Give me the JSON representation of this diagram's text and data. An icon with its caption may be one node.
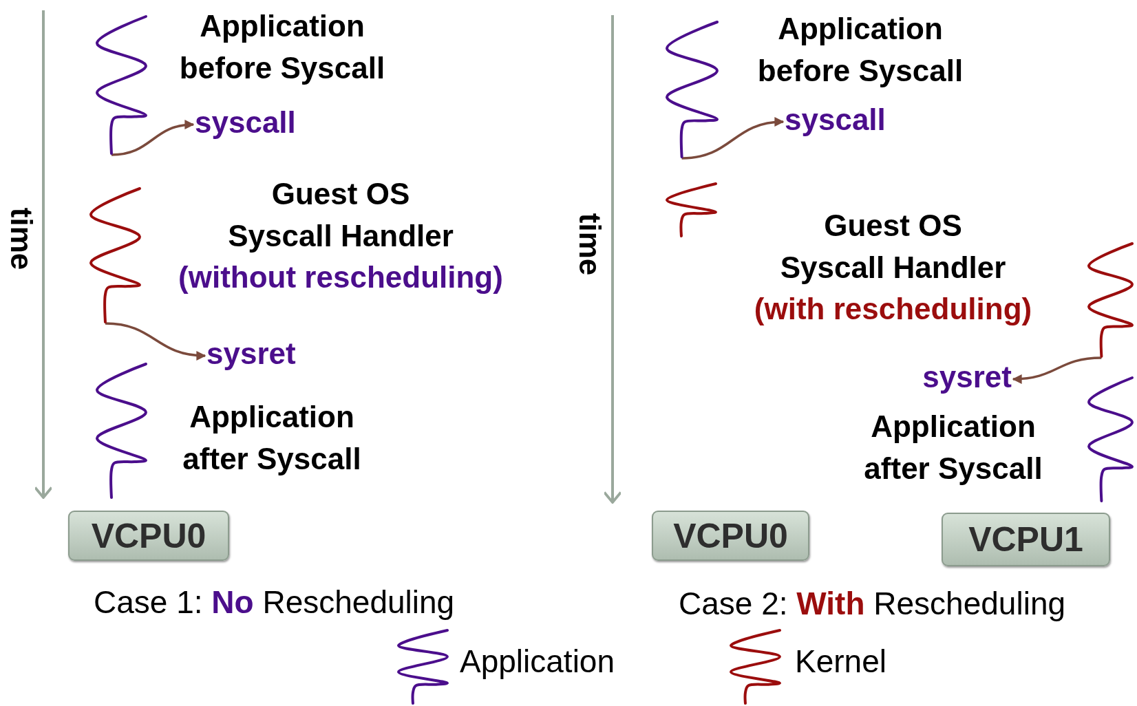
{
  "diagram": {
    "nodes": [
      {
        "text": [],
        "shape": "picture"
      },
      {
        "text": [
          "Application before Syscall"
        ]
      },
      {
        "text": [
          "syscall"
        ]
      },
      {
        "text": [],
        "shape": "picture"
      },
      {
        "text": [
          "Guest OS Syscall Handler",
          "(without rescheduling)"
        ]
      },
      {
        "text": [
          "sysret"
        ]
      },
      {
        "text": [],
        "shape": "picture"
      },
      {
        "text": [
          "Application after Syscall"
        ]
      },
      {
        "text": [
          "VCPU0"
        ]
      },
      {
        "text": [],
        "shape": "picture"
      },
      {
        "text": [
          "Application before Syscall"
        ]
      },
      {
        "text": [
          "syscall"
        ]
      },
      {
        "text": [],
        "shape": "picture"
      },
      {
        "text": [
          "Guest OS Syscall Handler",
          "(with rescheduling)"
        ]
      },
      {
        "text": [],
        "shape": "picture"
      },
      {
        "text": [
          "sysret"
        ]
      },
      {
        "text": [],
        "shape": "picture"
      },
      {
        "text": [
          "Application after Syscall"
        ]
      },
      {
        "text": [
          "VCPU0"
        ]
      },
      {
        "text": [
          "VCPU1"
        ]
      }
    ],
    "edges": [
      {
        "from": 0,
        "to": 2,
        "arrow": "to"
      },
      {
        "from": 3,
        "to": 5,
        "arrow": "to"
      },
      {
        "from": 9,
        "to": 11,
        "arrow": "to"
      },
      {
        "from": 14,
        "to": 15,
        "arrow": "to"
      }
    ],
    "labels": [
      "time",
      "time",
      "Case 1: **No** Rescheduling",
      "Case 2: **With** Rescheduling"
    ],
    "legend": [
      {
        "text": "Application"
      },
      {
        "text": "Kernel"
      }
    ]
  }
}
